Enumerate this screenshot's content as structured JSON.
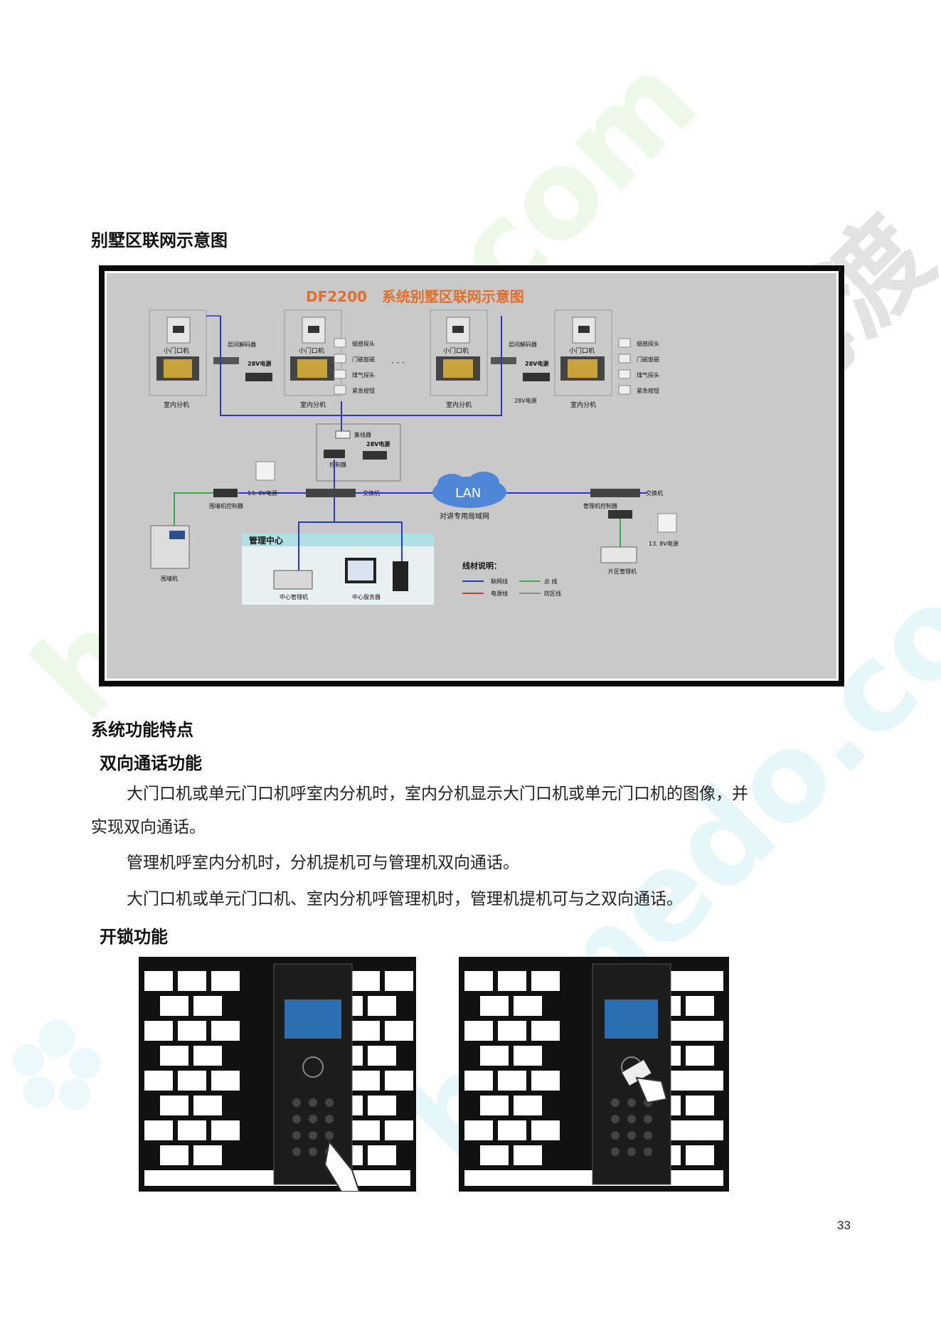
{
  "headings": {
    "villa_title": "别墅区联网示意图",
    "features_title": "系统功能特点",
    "two_way_title": "双向通话功能",
    "unlock_title": "开锁功能"
  },
  "paragraphs": {
    "p1_line1": "大门口机或单元门口机呼室内分机时，室内分机显示大门口机或单元门口机的图像，并",
    "p1_line2": "实现双向通话。",
    "p2": "管理机呼室内分机时，分机提机可与管理机双向通话。",
    "p3": "大门口机或单元门口机、室内分机呼管理机时，管理机提机可与之双向通话。"
  },
  "diagram": {
    "title": "DF2200   系统别墅区联网示意图",
    "outdoor_unit": "小门口机",
    "indoor_unit": "室内分机",
    "floor_decoder": "层间解码器",
    "power_28v": "28V电源",
    "smoke_probe": "烟感探头",
    "door_magnet": "门磁窗磁",
    "gas_probe": "煤气探头",
    "emergency_button": "紧急按钮",
    "ellipsis": "· · ·",
    "concentrator": "集线器",
    "controller": "控制器",
    "switch": "交换机",
    "power_13v": "13. 8V电源",
    "wall_controller": "围墙机控制器",
    "wall_unit": "围墙机",
    "lan": "LAN",
    "lan_caption": "对讲专用局域网",
    "manager_controller": "管理机控制器",
    "area_manager": "片区管理机",
    "management_center": "管理中心",
    "center_manager": "中心管理机",
    "center_server": "中心服务器",
    "legend_title": "线材说明：",
    "legend_network": "联网线",
    "legend_bus": "总  线",
    "legend_power": "电源线",
    "legend_zone": "防区线"
  },
  "watermark": {
    "text_cn": "河姆渡",
    "text_en": "homedo.com"
  },
  "colors": {
    "network_line": "#2b35d6",
    "power_line": "#d83a2a",
    "bus_line": "#2fb04a",
    "diagram_title": "#e0702a",
    "diagram_bg": "#c9c9c9"
  },
  "page_number": "33"
}
